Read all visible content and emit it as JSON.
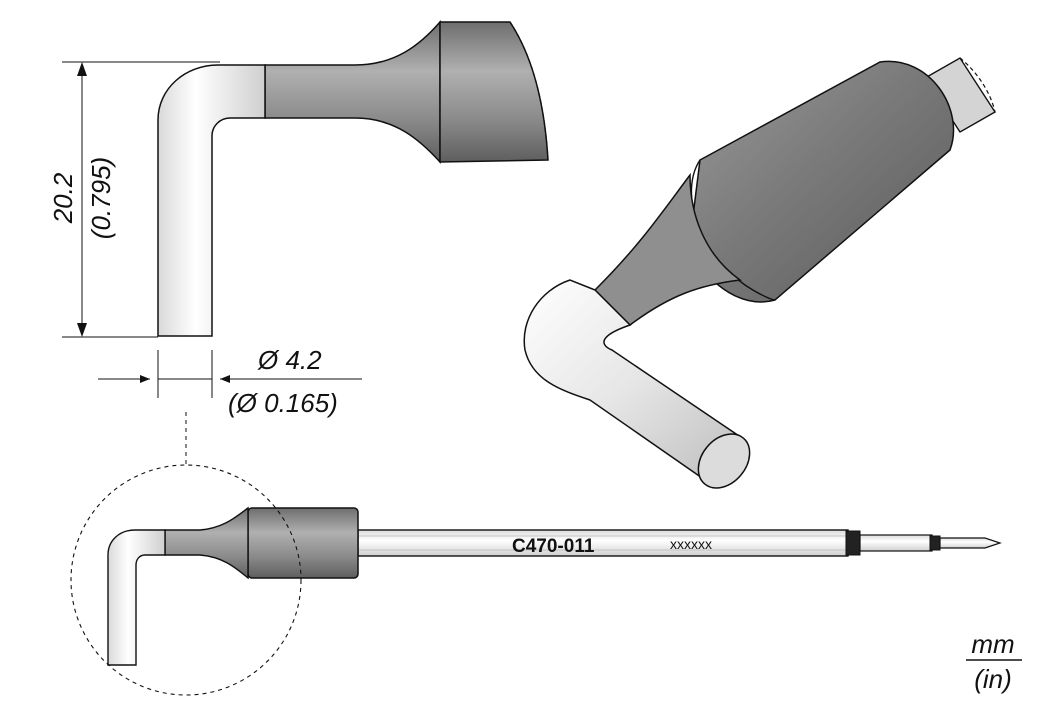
{
  "dimensions": {
    "length_mm": "20.2",
    "length_in": "(0.795)",
    "diameter_mm": "Ø 4.2",
    "diameter_in": "(Ø 0.165)"
  },
  "part": {
    "model": "C470-011",
    "serial": "xxxxxx"
  },
  "units": {
    "top": "mm",
    "bottom": "(in)"
  },
  "colors": {
    "tip_light": "#f4f4f4",
    "body_gray": "#8c8c8c",
    "outline": "#111111"
  }
}
